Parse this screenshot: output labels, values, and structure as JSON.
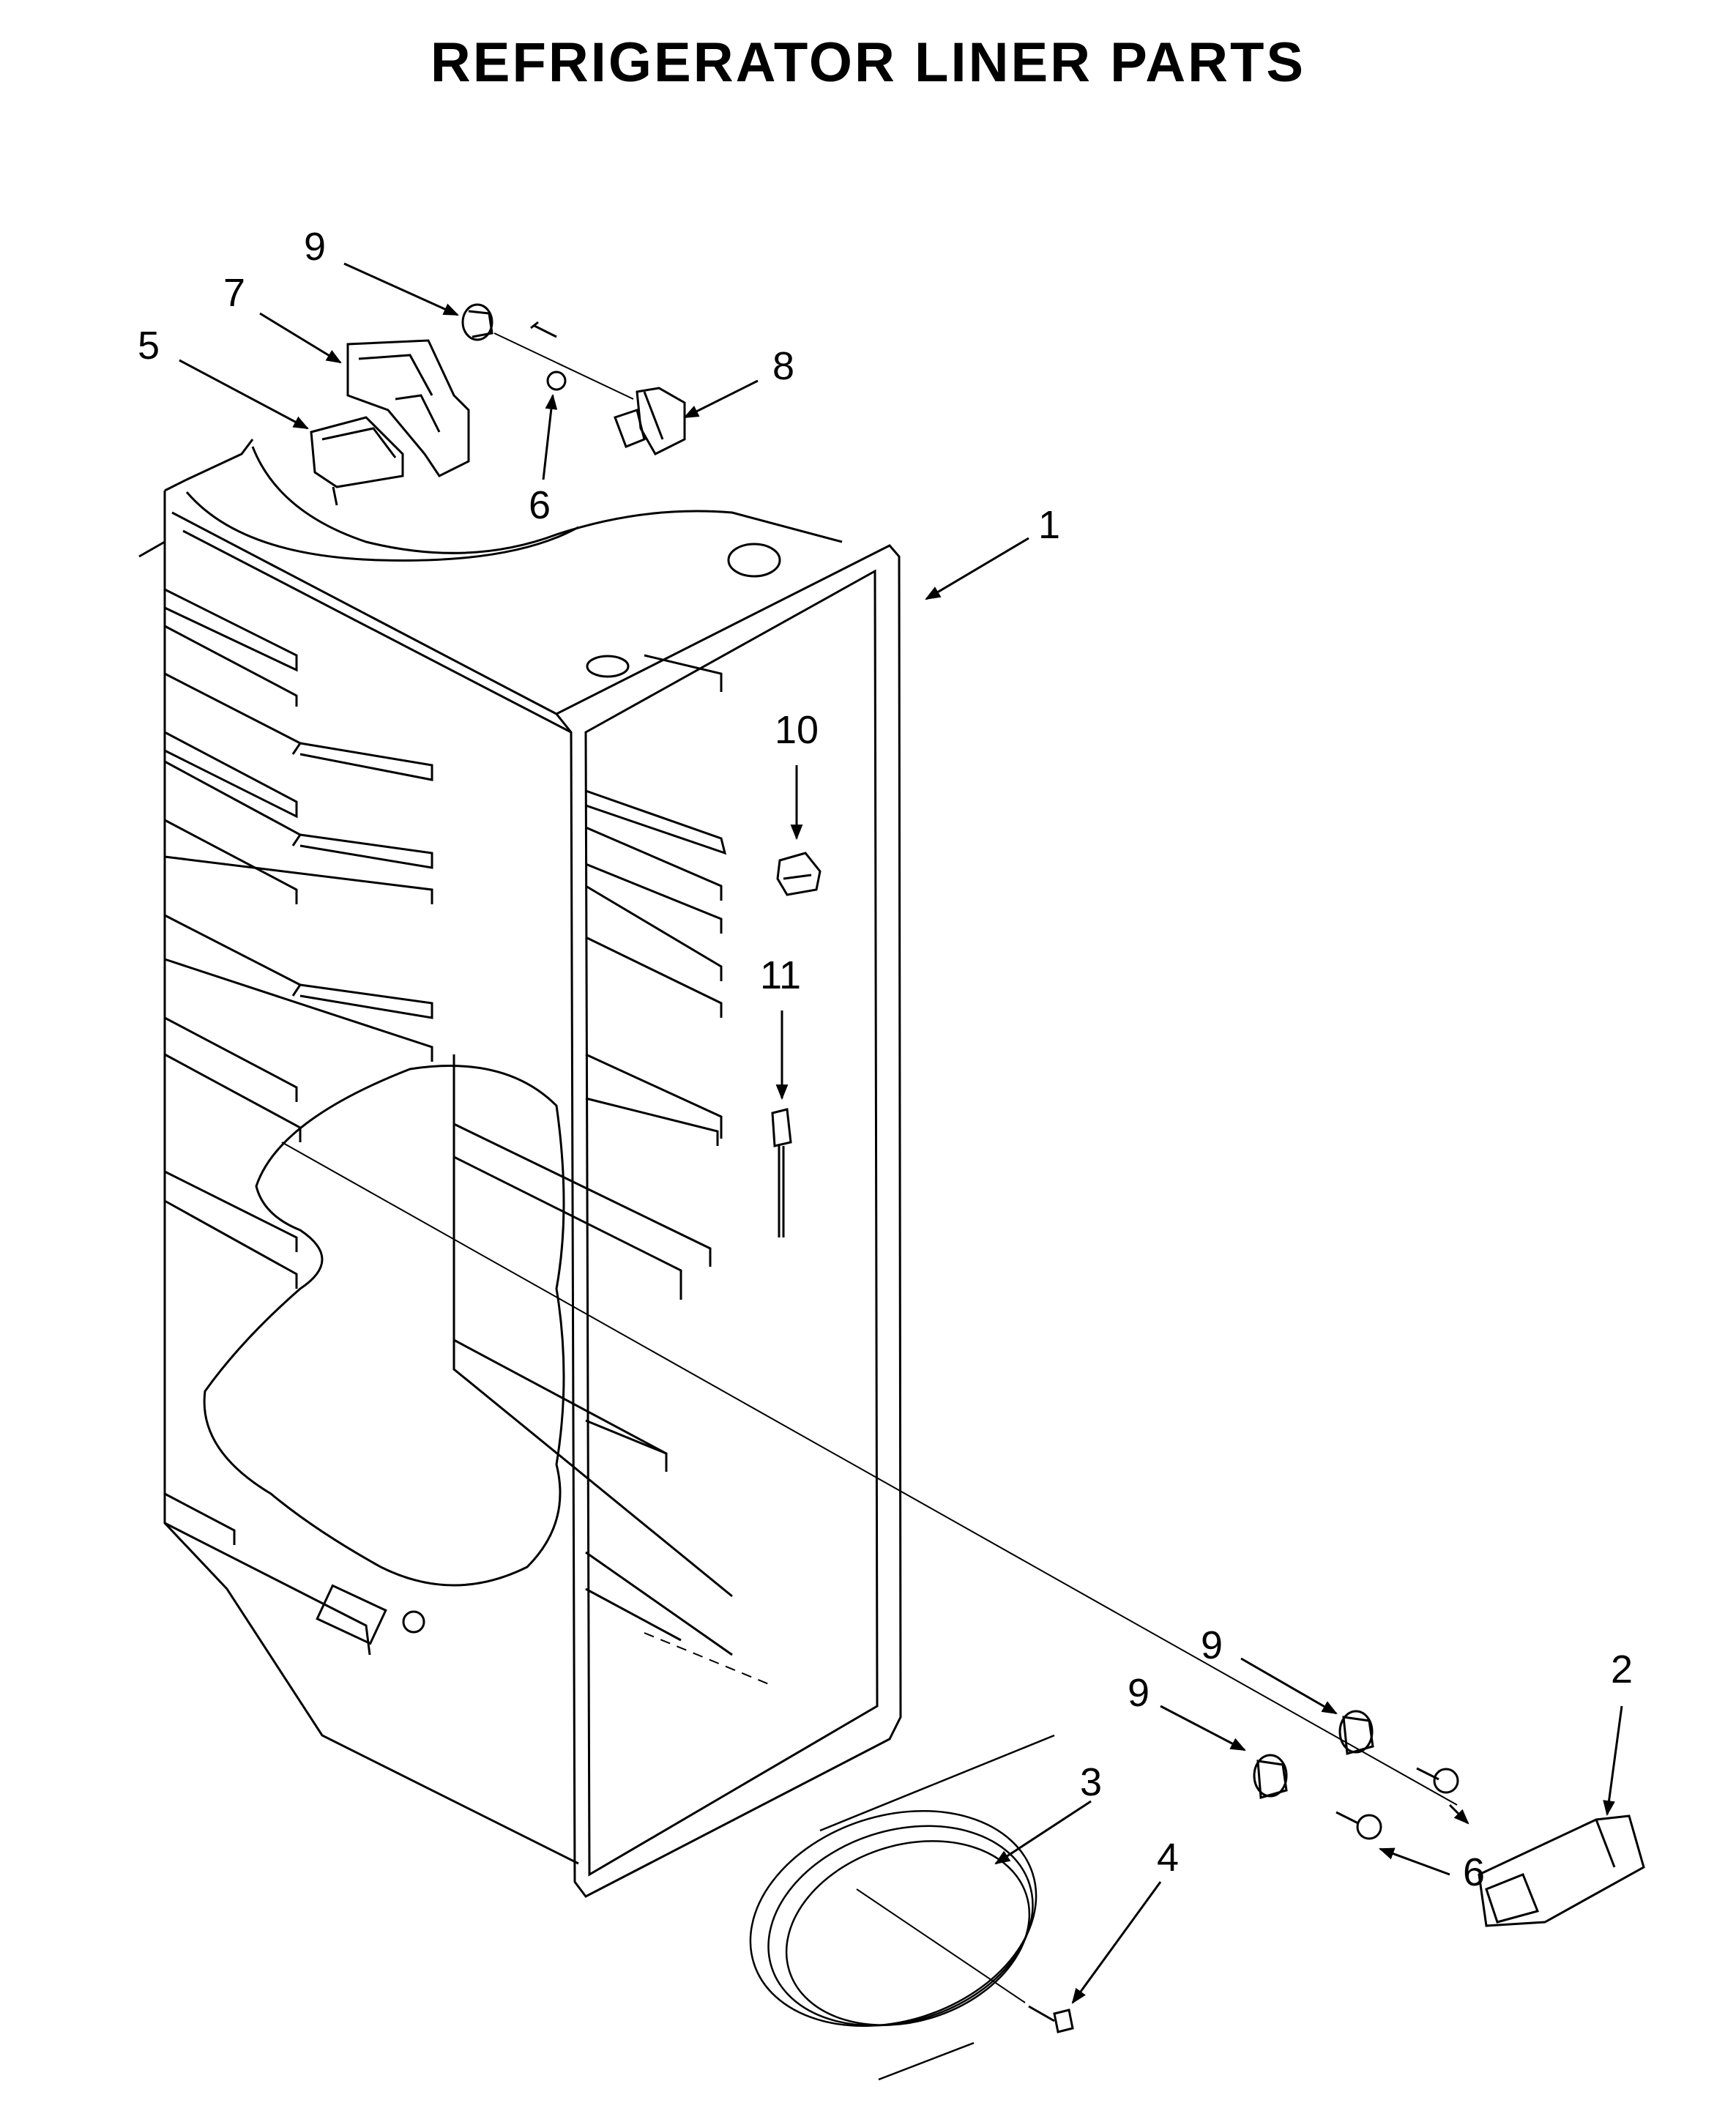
{
  "title": "REFRIGERATOR LINER PARTS",
  "callouts": [
    {
      "id": "c9a",
      "text": "9"
    },
    {
      "id": "c7",
      "text": "7"
    },
    {
      "id": "c5",
      "text": "5"
    },
    {
      "id": "c8",
      "text": "8"
    },
    {
      "id": "c6a",
      "text": "6"
    },
    {
      "id": "c1",
      "text": "1"
    },
    {
      "id": "c10",
      "text": "10"
    },
    {
      "id": "c11",
      "text": "11"
    },
    {
      "id": "c9b",
      "text": "9"
    },
    {
      "id": "c2",
      "text": "2"
    },
    {
      "id": "c9c",
      "text": "9"
    },
    {
      "id": "c3",
      "text": "3"
    },
    {
      "id": "c4",
      "text": "4"
    },
    {
      "id": "c6b",
      "text": "6"
    }
  ]
}
